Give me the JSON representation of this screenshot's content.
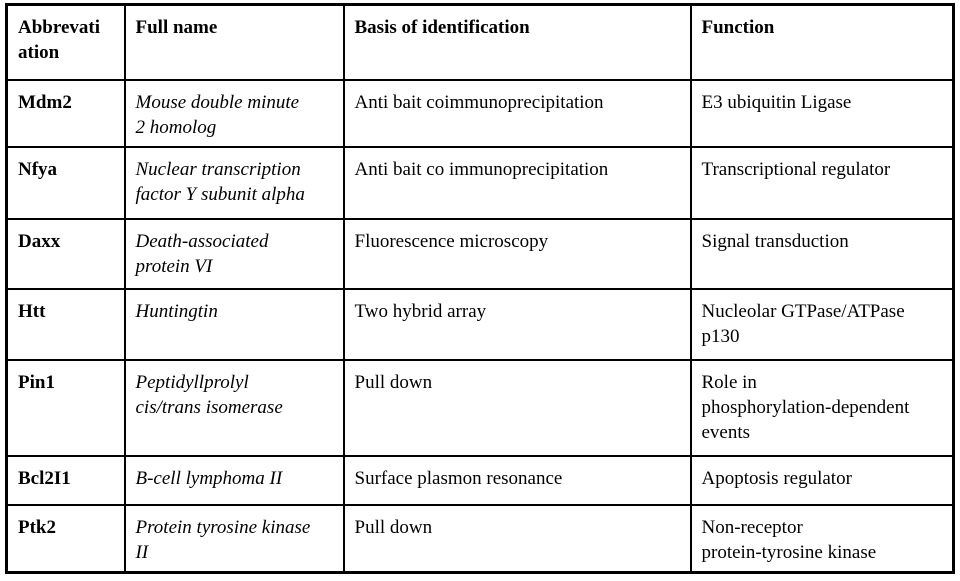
{
  "page": {
    "background_color": "#ffffff",
    "text_color": "#000000",
    "border_color": "#000000"
  },
  "table": {
    "columns": [
      "Abbrevati\nation",
      "Full name",
      "Basis of identification",
      "Function"
    ],
    "rows": [
      {
        "abbreviation": "Mdm2",
        "full_name": "Mouse double minute\n2 homolog",
        "basis": "Anti bait coimmunoprecipitation",
        "function": "E3 ubiquitin Ligase"
      },
      {
        "abbreviation": "Nfya",
        "full_name": "Nuclear transcription\nfactor Y subunit alpha",
        "basis": "Anti bait co immunoprecipitation",
        "function": "Transcriptional regulator"
      },
      {
        "abbreviation": "Daxx",
        "full_name": "Death-associated\nprotein VI",
        "basis": "Fluorescence microscopy",
        "function": "Signal transduction"
      },
      {
        "abbreviation": "Htt",
        "full_name": "Huntingtin",
        "basis": "Two hybrid array",
        "function": "Nucleolar GTPase/ATPase\np130"
      },
      {
        "abbreviation": "Pin1",
        "full_name": "Peptidyllprolyl\ncis/trans isomerase",
        "basis": "Pull down",
        "function": "Role in\nphosphorylation-dependent\nevents"
      },
      {
        "abbreviation": "Bcl2I1",
        "full_name": "B-cell lymphoma II",
        "basis": "Surface plasmon resonance",
        "function": "Apoptosis regulator"
      },
      {
        "abbreviation": "Ptk2",
        "full_name": "Protein tyrosine kinase\nII",
        "basis": "Pull down",
        "function": "Non-receptor\nprotein-tyrosine kinase"
      }
    ]
  }
}
